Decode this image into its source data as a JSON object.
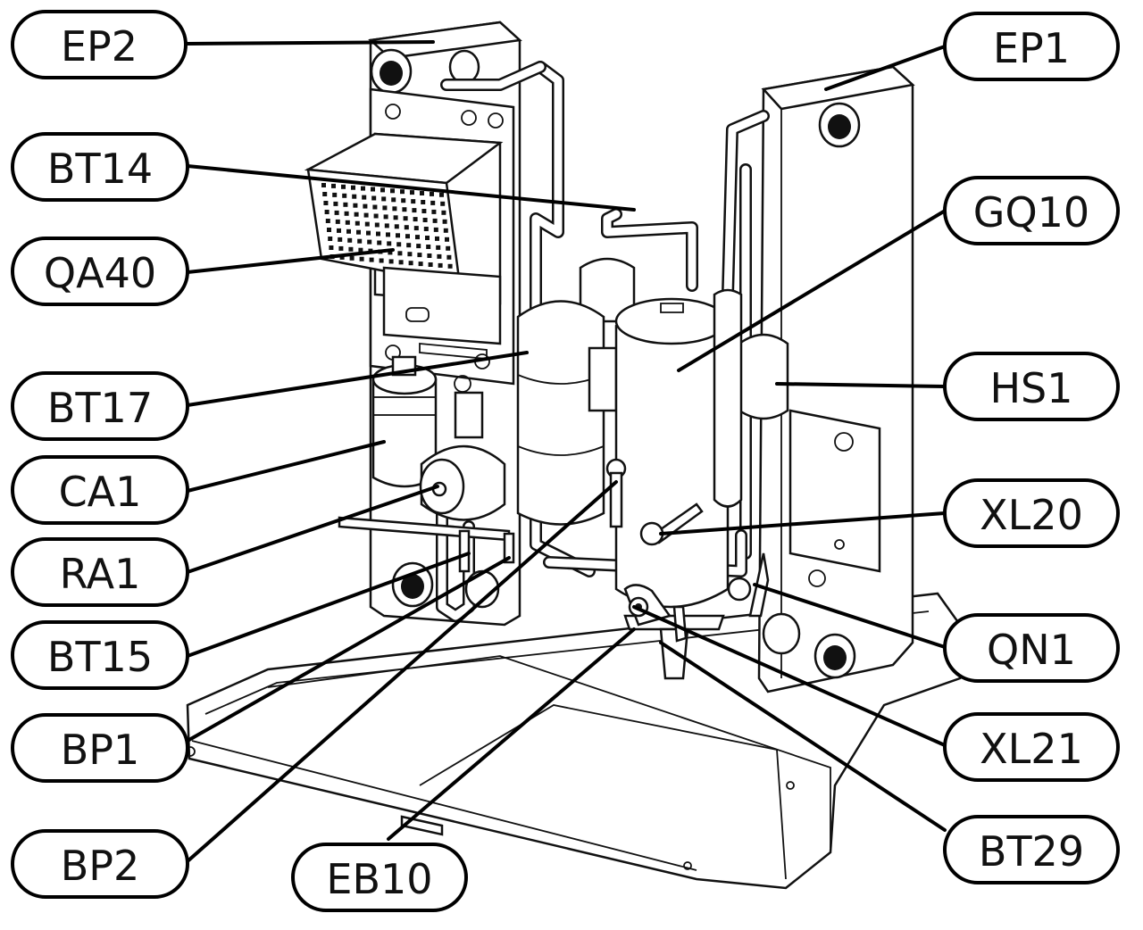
{
  "diagram": {
    "labels": [
      {
        "id": "EP2",
        "text": "EP2"
      },
      {
        "id": "EP1",
        "text": "EP1"
      },
      {
        "id": "BT14",
        "text": "BT14"
      },
      {
        "id": "GQ10",
        "text": "GQ10"
      },
      {
        "id": "QA40",
        "text": "QA40"
      },
      {
        "id": "HS1",
        "text": "HS1"
      },
      {
        "id": "BT17",
        "text": "BT17"
      },
      {
        "id": "CA1",
        "text": "CA1"
      },
      {
        "id": "XL20",
        "text": "XL20"
      },
      {
        "id": "RA1",
        "text": "RA1"
      },
      {
        "id": "QN1",
        "text": "QN1"
      },
      {
        "id": "BT15",
        "text": "BT15"
      },
      {
        "id": "XL21",
        "text": "XL21"
      },
      {
        "id": "BP1",
        "text": "BP1"
      },
      {
        "id": "BT29",
        "text": "BT29"
      },
      {
        "id": "BP2",
        "text": "BP2"
      },
      {
        "id": "EB10",
        "text": "EB10"
      }
    ]
  }
}
